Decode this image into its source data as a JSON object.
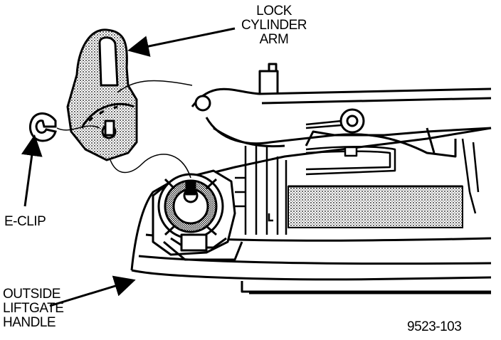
{
  "labels": {
    "lock_cylinder_arm": [
      "LOCK",
      "CYLINDER",
      "ARM"
    ],
    "e_clip": "E-CLIP",
    "outside_liftgate_handle": [
      "OUTSIDE",
      "LIFTGATE",
      "HANDLE"
    ],
    "figure_number": "9523-103"
  },
  "colors": {
    "ink": "#000000",
    "paper": "#ffffff"
  }
}
